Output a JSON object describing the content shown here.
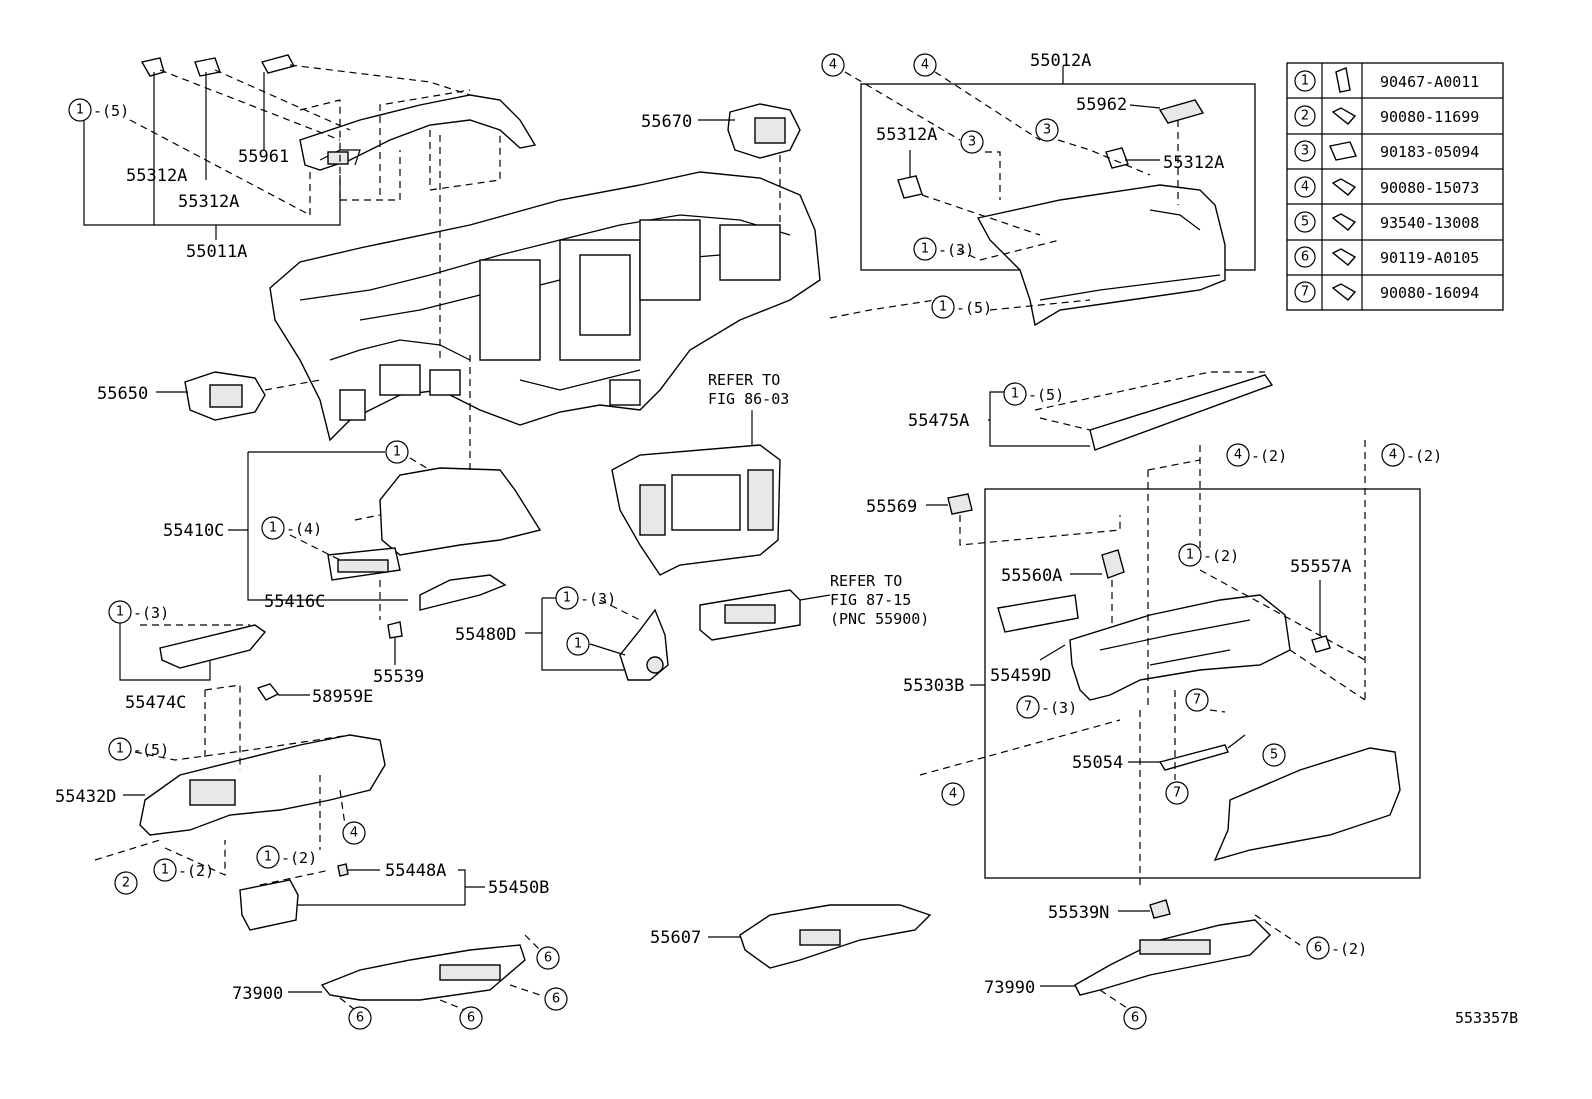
{
  "diagram_code": "553357B",
  "labels": {
    "p55011A": "55011A",
    "p55312A_1": "55312A",
    "p55312A_2": "55312A",
    "p55961": "55961",
    "p55670": "55670",
    "p55012A": "55012A",
    "p55962": "55962",
    "p55312A_3": "55312A",
    "p55312A_4": "55312A",
    "p55650": "55650",
    "refer1_l1": "REFER TO",
    "refer1_l2": "FIG 86-03",
    "p55475A": "55475A",
    "p55410C": "55410C",
    "p55416C": "55416C",
    "p55569": "55569",
    "p55560A": "55560A",
    "p55557A": "55557A",
    "p55474C": "55474C",
    "p55539": "55539",
    "p55480D": "55480D",
    "refer2_l1": "REFER TO",
    "refer2_l2": "FIG 87-15",
    "refer2_l3": "(PNC 55900)",
    "p55459D": "55459D",
    "p55303B": "55303B",
    "p58959E": "58959E",
    "p55432D": "55432D",
    "p55054": "55054",
    "p55448A": "55448A",
    "p55450B": "55450B",
    "p55607": "55607",
    "p55539N": "55539N",
    "p73900": "73900",
    "p73990": "73990"
  },
  "callouts": {
    "c1": "1",
    "c2": "2",
    "c3": "3",
    "c4": "4",
    "c5": "5",
    "c6": "6",
    "c7": "7",
    "q5": "-(5)",
    "q4": "-(4)",
    "q3": "-(3)",
    "q2": "-(2)"
  },
  "fastener_table": [
    {
      "ref": "1",
      "part_no": "90467-A0011"
    },
    {
      "ref": "2",
      "part_no": "90080-11699"
    },
    {
      "ref": "3",
      "part_no": "90183-05094"
    },
    {
      "ref": "4",
      "part_no": "90080-15073"
    },
    {
      "ref": "5",
      "part_no": "93540-13008"
    },
    {
      "ref": "6",
      "part_no": "90119-A0105"
    },
    {
      "ref": "7",
      "part_no": "90080-16094"
    }
  ]
}
